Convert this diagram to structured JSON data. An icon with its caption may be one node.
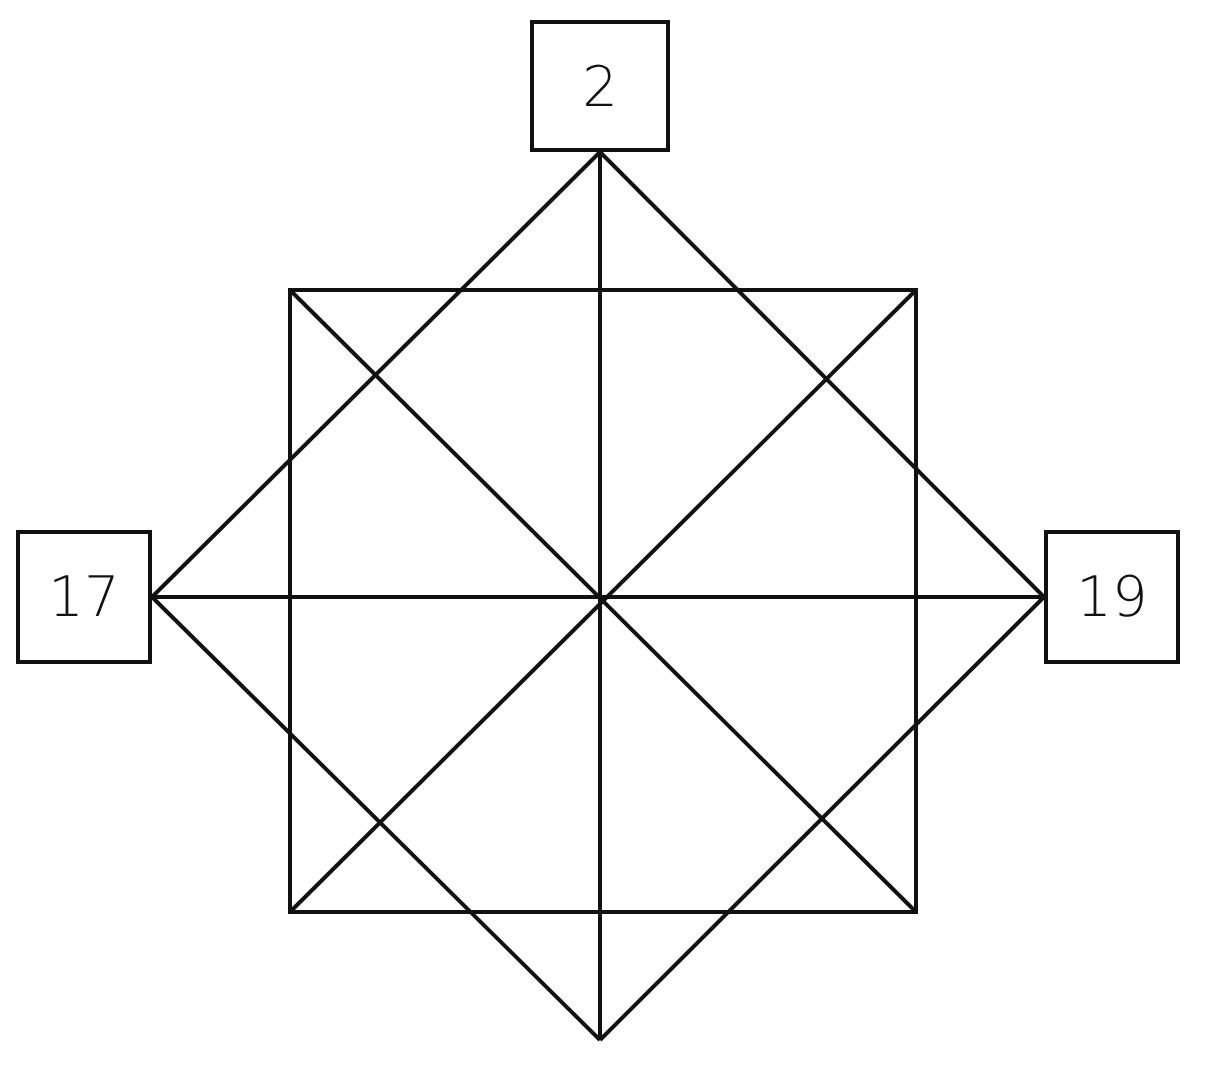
{
  "diagram": {
    "nodes": [
      {
        "text": [
          "2"
        ]
      },
      {
        "text": [
          "17"
        ]
      },
      {
        "text": [
          "19"
        ]
      }
    ],
    "edges": [
      {
        "from": 0,
        "to": 1,
        "arrow": "none"
      },
      {
        "from": 0,
        "to": 2,
        "arrow": "none"
      },
      {
        "from": 1,
        "to": 2,
        "arrow": "none"
      },
      {
        "from": 0,
        "to": null,
        "arrow": "none"
      },
      {
        "from": 1,
        "to": null,
        "arrow": "none"
      },
      {
        "from": 2,
        "to": null,
        "arrow": "none"
      }
    ]
  }
}
